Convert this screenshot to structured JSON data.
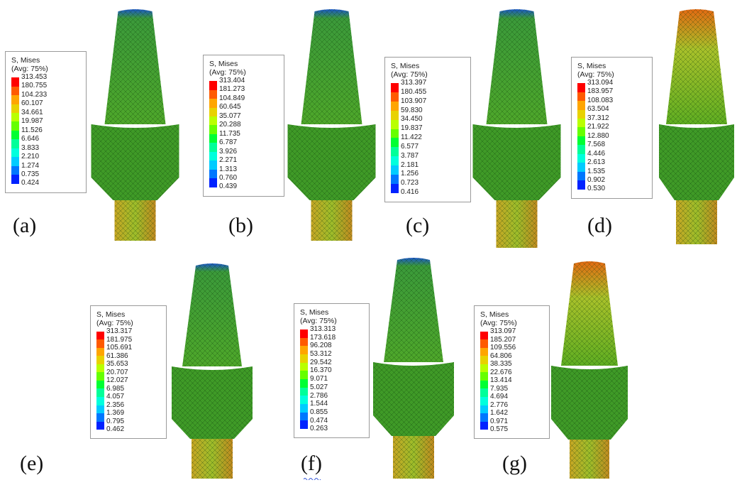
{
  "legend_title": [
    "S, Mises",
    "(Avg: 75%)"
  ],
  "colors": [
    "#ff0000",
    "#ff5a00",
    "#ffa500",
    "#e8d200",
    "#b9ff00",
    "#66ff00",
    "#00ff33",
    "#00ff99",
    "#00ffdd",
    "#00ccff",
    "#0077ff",
    "#0022ff"
  ],
  "panels": [
    {
      "label": "(a)",
      "values": [
        "313.453",
        "180.755",
        "104.233",
        "60.107",
        "34.661",
        "19.987",
        "11.526",
        "6.646",
        "3.833",
        "2.210",
        "1.274",
        "0.735",
        "0.424"
      ]
    },
    {
      "label": "(b)",
      "values": [
        "313.404",
        "181.273",
        "104.849",
        "60.645",
        "35.077",
        "20.288",
        "11.735",
        "6.787",
        "3.926",
        "2.271",
        "1.313",
        "0.760",
        "0.439"
      ]
    },
    {
      "label": "(c)",
      "values": [
        "313.397",
        "180.455",
        "103.907",
        "59.830",
        "34.450",
        "19.837",
        "11.422",
        "6.577",
        "3.787",
        "2.181",
        "1.256",
        "0.723",
        "0.416"
      ]
    },
    {
      "label": "(d)",
      "values": [
        "313.094",
        "183.957",
        "108.083",
        "63.504",
        "37.312",
        "21.922",
        "12.880",
        "7.568",
        "4.446",
        "2.613",
        "1.535",
        "0.902",
        "0.530"
      ]
    },
    {
      "label": "(e)",
      "values": [
        "313.317",
        "181.975",
        "105.691",
        "61.386",
        "35.653",
        "20.707",
        "12.027",
        "6.985",
        "4.057",
        "2.356",
        "1.369",
        "0.795",
        "0.462"
      ]
    },
    {
      "label": "(f)",
      "values": [
        "313.313",
        "173.618",
        "96.208",
        "53.312",
        "29.542",
        "16.370",
        "9.071",
        "5.027",
        "2.786",
        "1.544",
        "0.855",
        "0.474",
        "0.263"
      ]
    },
    {
      "label": "(g)",
      "values": [
        "313.097",
        "185.207",
        "109.556",
        "64.806",
        "38.335",
        "22.676",
        "13.414",
        "7.935",
        "4.694",
        "2.776",
        "1.642",
        "0.971",
        "0.575"
      ]
    }
  ]
}
